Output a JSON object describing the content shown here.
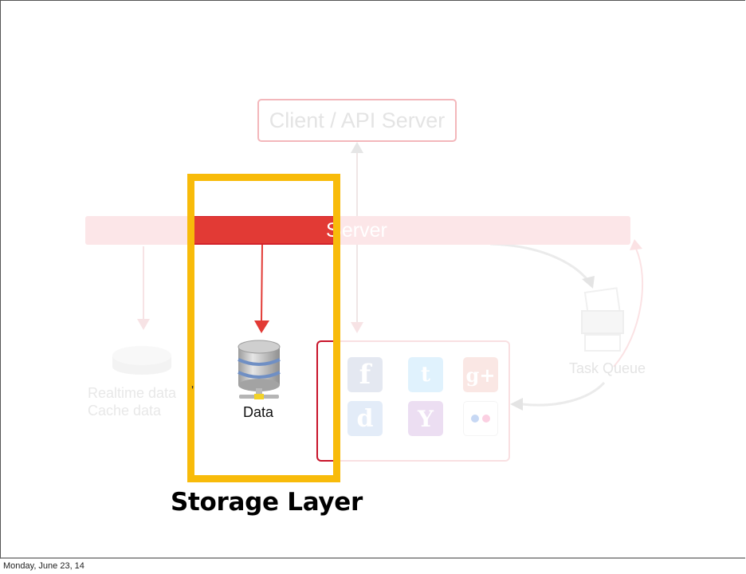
{
  "slide": {
    "footer_date": "Monday, June 23, 14",
    "caption": "Storage Layer"
  },
  "diagram": {
    "client": {
      "label": "Client / API Server"
    },
    "server": {
      "label": "Server"
    },
    "cache": {
      "lines": [
        "Realtime data",
        "Cache data"
      ]
    },
    "storage": {
      "label": "Data"
    },
    "social": {
      "icons": [
        {
          "name": "facebook",
          "glyph": "f",
          "color": "#3b5998"
        },
        {
          "name": "twitter",
          "glyph": "t",
          "color": "#1da1f2"
        },
        {
          "name": "google-plus",
          "glyph": "g+",
          "color": "#dd4b39"
        },
        {
          "name": "delicious",
          "glyph": "d",
          "color": "#3274d1"
        },
        {
          "name": "yahoo",
          "glyph": "Y",
          "color": "#720e9e"
        },
        {
          "name": "flickr",
          "glyph": "••",
          "color": "#ffffff"
        }
      ]
    },
    "task_queue": {
      "label": "Task Queue"
    }
  },
  "colors": {
    "highlight_frame": "#f8bb0a",
    "server_active": "#e23a35",
    "server_faded": "#fce6e8",
    "arrow_active": "#e23a35"
  }
}
